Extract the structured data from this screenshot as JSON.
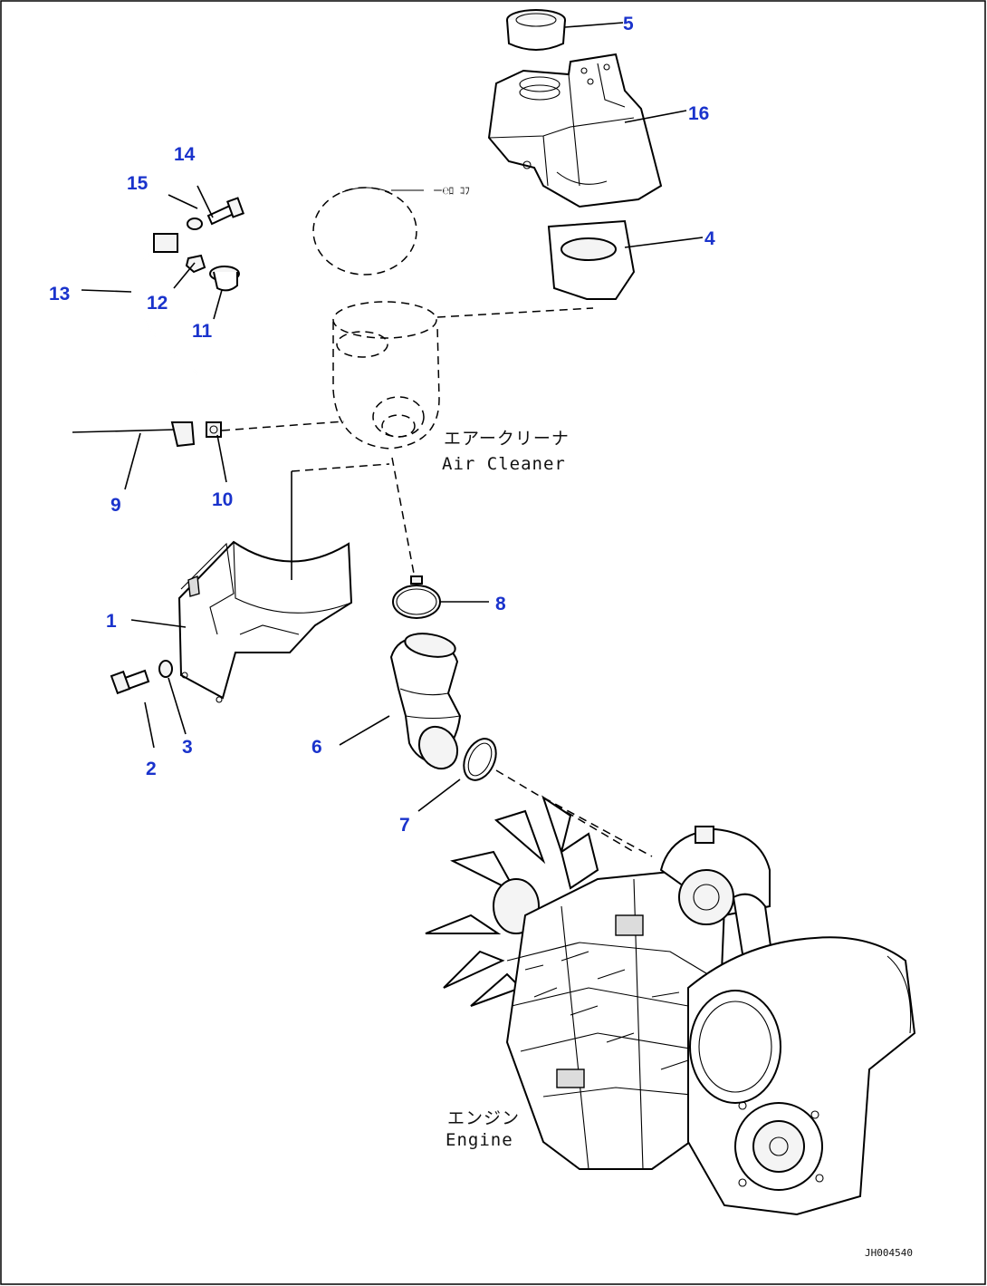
{
  "callouts": {
    "c1": "1",
    "c2": "2",
    "c3": "3",
    "c4": "4",
    "c5": "5",
    "c6": "6",
    "c7": "7",
    "c8": "8",
    "c9": "9",
    "c10": "10",
    "c11": "11",
    "c12": "12",
    "c13": "13",
    "c14": "14",
    "c15": "15",
    "c16": "16"
  },
  "labels": {
    "air_cleaner_jp": "エアークリーナ",
    "air_cleaner_en": "Air Cleaner",
    "engine_jp": "エンジン",
    "engine_en": "Engine",
    "top_note": "ー℮ﾛ ｺﾌ"
  },
  "drawing_code": "JH004540",
  "colors": {
    "callout": "#1a33cc",
    "line": "#000000"
  }
}
